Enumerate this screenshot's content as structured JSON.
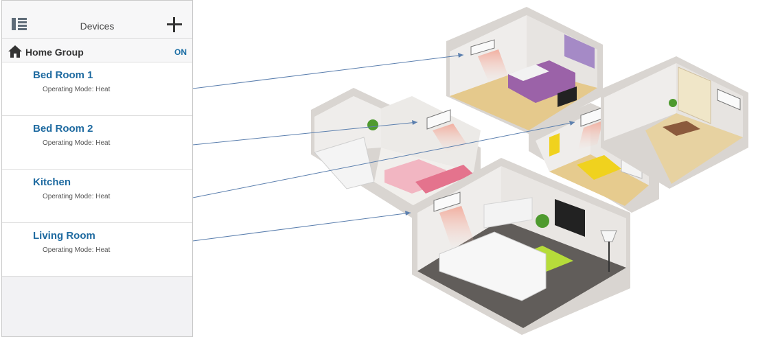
{
  "topbar": {
    "title": "Devices",
    "menu_icon": "sidebar-menu-icon",
    "add_icon": "plus-icon"
  },
  "group": {
    "icon": "home-icon",
    "title": "Home Group",
    "status": "ON",
    "status_color": "#1d6fa5"
  },
  "devices": [
    {
      "name": "Bed Room 1",
      "mode": "Operating Mode: Heat"
    },
    {
      "name": "Bed Room 2",
      "mode": "Operating Mode: Heat"
    },
    {
      "name": "Kitchen",
      "mode": "Operating Mode: Heat"
    },
    {
      "name": "Living Room",
      "mode": "Operating Mode: Heat"
    }
  ],
  "colors": {
    "device_name": "#1e6aa0",
    "connector_line": "#5b7fae",
    "wall": "#ece9e6",
    "wood_floor": "#e6cc8f",
    "heat_glow": "#f2b3a6"
  }
}
